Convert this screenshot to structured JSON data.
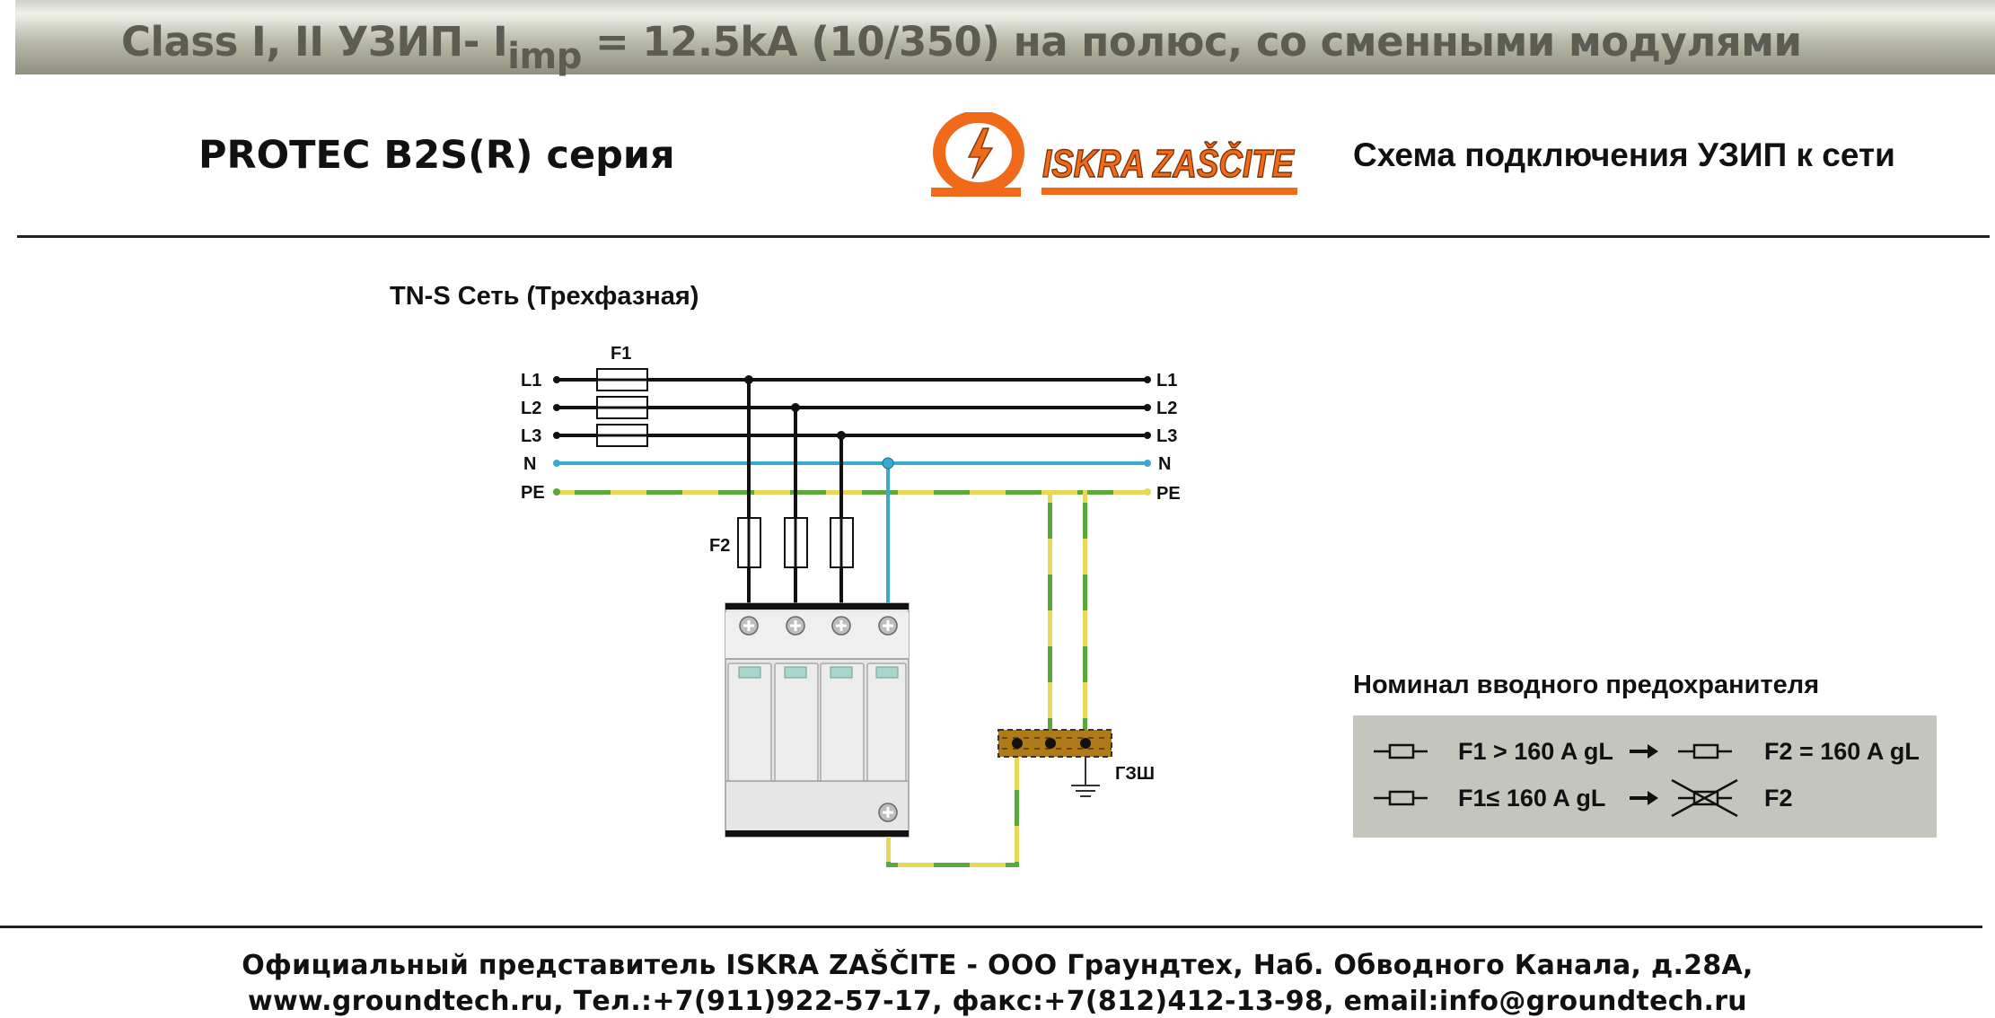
{
  "header": {
    "banner_pre": "Class I, II УЗИП- I",
    "banner_sub": "imp",
    "banner_post": " = 12.5kA (10/350) на полюс, со сменными модулями",
    "series": "PROTEC B2S(R) серия",
    "logo_text": "ISKRA ZAŠČITE",
    "scheme_title": "Схема подключения УЗИП к сети"
  },
  "diagram": {
    "network_label": "TN-S  Сеть (Трехфазная)",
    "lines_left": [
      "L1",
      "L2",
      "L3",
      "N",
      "PE"
    ],
    "lines_right": [
      "L1",
      "L2",
      "L3",
      "N",
      "PE"
    ],
    "fuse_f1": "F1",
    "fuse_f2": "F2",
    "busbar_label": "ГЗШ"
  },
  "legend": {
    "title": "Номинал вводного предохранителя",
    "row1_left": "F1 > 160 A gL",
    "row1_right": "F2 = 160 A gL",
    "row2_left": "F1≤ 160 A gL",
    "row2_right": "F2"
  },
  "footer": {
    "line1": "Официальный представитель  ISKRA ZAŠČITE - ООО Граундтех, Наб. Обводного Канала, д.28А,",
    "line2": "www.groundtech.ru, Тел.:+7(911)922-57-17, факс:+7(812)412-13-98, email:info@groundtech.ru"
  },
  "colors": {
    "neutral_wire": "#3aa9d0",
    "pe_green": "#5aa83c",
    "pe_yellow": "#e8d85a",
    "logo_orange": "#f06a1a",
    "busbar": "#b07a18"
  }
}
